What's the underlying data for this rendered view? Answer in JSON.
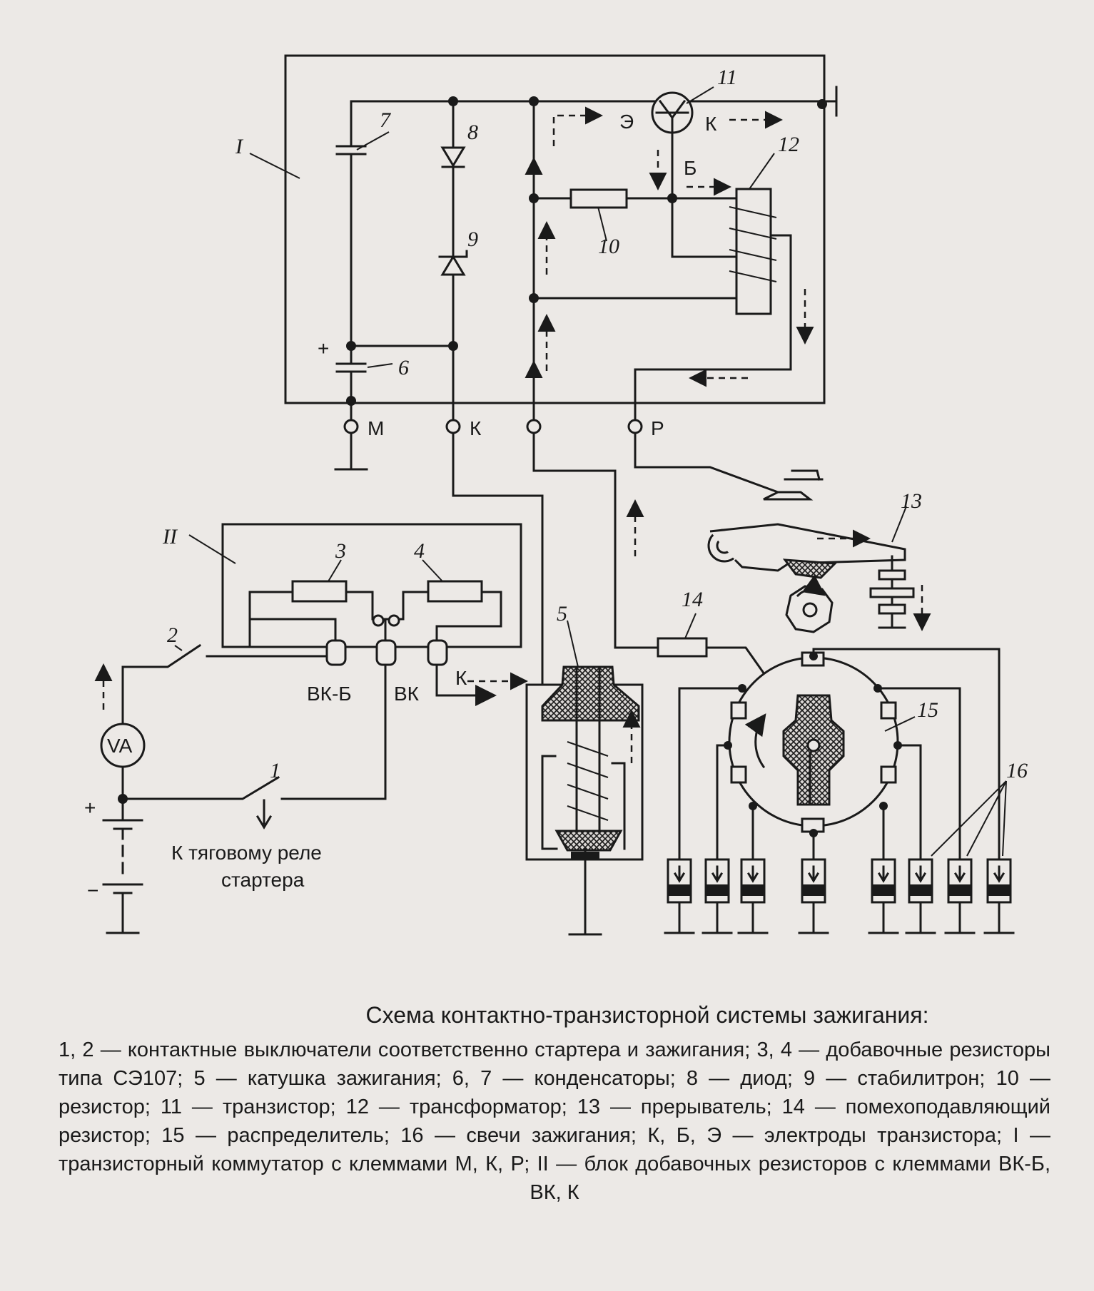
{
  "diagram": {
    "labels": {
      "block_1": "I",
      "block_2": "II",
      "n1": "1",
      "n2": "2",
      "n3": "3",
      "n4": "4",
      "n5": "5",
      "n6": "6",
      "n7": "7",
      "n8": "8",
      "n9": "9",
      "n10": "10",
      "n11": "11",
      "n12": "12",
      "n13": "13",
      "n14": "14",
      "n15": "15",
      "n16": "16"
    },
    "transistor_electrodes": {
      "emitter": "Э",
      "collector": "К",
      "base": "Б"
    },
    "terminals": {
      "m": "М",
      "k": "К",
      "p": "Р"
    },
    "resistor_block_terminals": {
      "vkb": "ВК-Б",
      "vk": "ВК",
      "k": "К"
    },
    "meter": "VA",
    "battery": {
      "plus": "+",
      "minus": "−"
    },
    "capacitor_plus": "+",
    "starter_note_line1": "К тяговому реле",
    "starter_note_line2": "стартера"
  },
  "caption": {
    "title": "Схема контактно-транзисторной системы зажигания:",
    "legend": "1, 2 — контактные выключатели соответственно стартера и зажигания; 3, 4 — добавочные резисторы типа СЭ107; 5 — катушка зажигания; 6, 7 — конденсаторы; 8 — диод; 9 — стабилитрон; 10 — резистор; 11 — транзистор; 12 — трансформатор; 13 — прерыватель; 14 — помехоподавляющий резистор; 15 — распределитель; 16 — свечи зажигания; К, Б, Э — электроды транзистора; I — транзисторный коммутатор с клеммами М, К, Р; II — блок добавочных резисторов с клеммами ВК-Б, ВК, К"
  }
}
